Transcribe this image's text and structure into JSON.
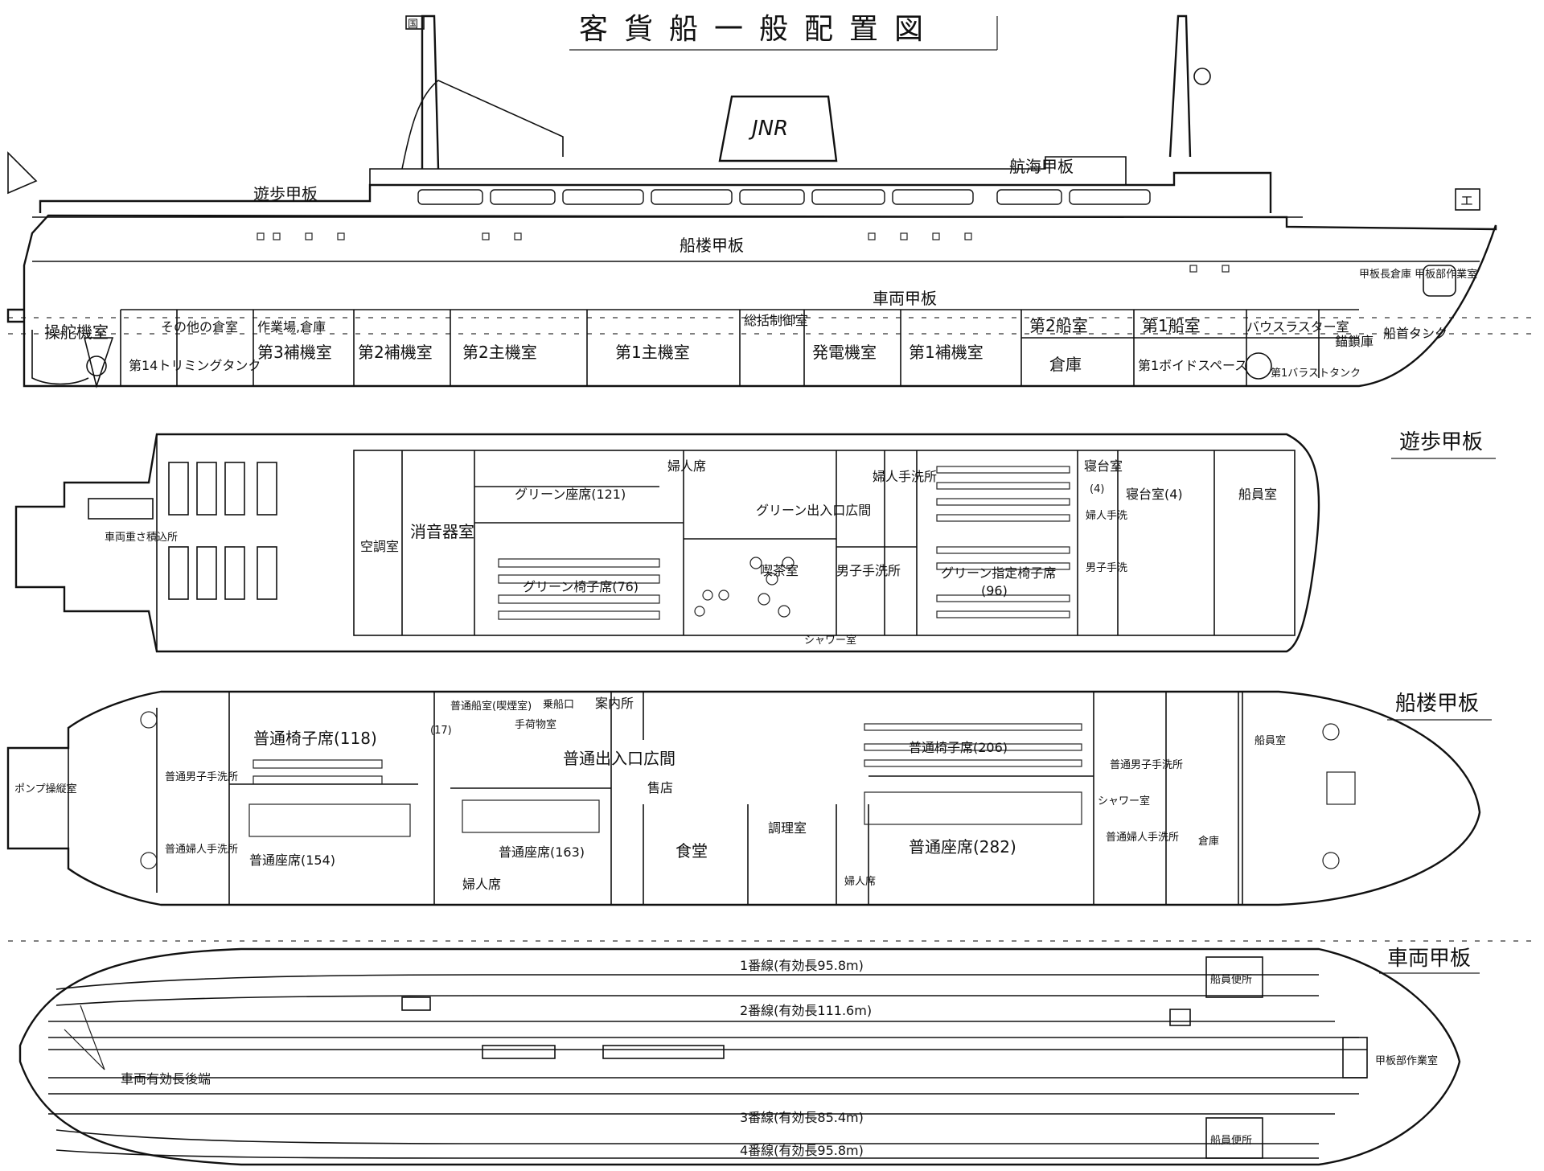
{
  "title": "客貨船一般配置図",
  "profile": {
    "deck_labels": [
      "遊歩甲板",
      "航海甲板",
      "船楼甲板",
      "車両甲板"
    ],
    "rooms_upper": [
      "操舵機室",
      "その他の倉室",
      "作業場,倉庫",
      "総括制御室",
      "第2船室",
      "第1船室",
      "バウスラスター室",
      "錨鎖庫",
      "船首タンク"
    ],
    "rooms_lower": [
      "第14トリミングタンク",
      "第3補機室",
      "第2補機室",
      "第2主機室",
      "第1主機室",
      "発電機室",
      "第1補機室",
      "倉庫",
      "第1ボイドスペース",
      "第1バラストタンク"
    ],
    "deck_note": "甲板長倉庫 甲板部作業室",
    "funnel_mark": "JNR",
    "flag_aft": "国",
    "flag_fore": "エ"
  },
  "promenade_deck": {
    "title": "遊歩甲板",
    "rooms": [
      "空調室",
      "消音器室",
      "グリーン座席(121)",
      "グリーン椅子席(76)",
      "婦人席",
      "グリーン出入口広間",
      "喫茶室",
      "婦人手洗所",
      "男子手洗所",
      "シャワー室",
      "グリーン指定椅子席",
      "(96)",
      "寝台室",
      "(4)",
      "婦人手洗",
      "男子手洗",
      "寝台室(4)",
      "船員室"
    ],
    "aft_note": "車両重さ積込所"
  },
  "forecastle_deck": {
    "title": "船楼甲板",
    "rooms": [
      "ポンプ操縦室",
      "普通男子手洗所",
      "普通婦人手洗所",
      "普通椅子席(118)",
      "普通座席(154)",
      "普通船室(喫煙室)",
      "手荷物室",
      "(17)",
      "婦人席",
      "普通座席(163)",
      "案内所",
      "乗船口",
      "售店",
      "食堂",
      "調理室",
      "普通出入口広間",
      "普通椅子席(206)",
      "普通座席(282)",
      "婦人席",
      "シャワー室",
      "普通男子手洗所",
      "普通婦人手洗所",
      "船員室",
      "倉庫"
    ]
  },
  "vehicle_deck": {
    "title": "車両甲板",
    "tracks": [
      "1番線(有効長95.8m)",
      "2番線(有効長111.6m)",
      "3番線(有効長85.4m)",
      "4番線(有効長95.8m)"
    ],
    "end_note": "車両有効長後端",
    "rooms": [
      "船員便所",
      "甲板部作業室",
      "船員便所"
    ]
  }
}
